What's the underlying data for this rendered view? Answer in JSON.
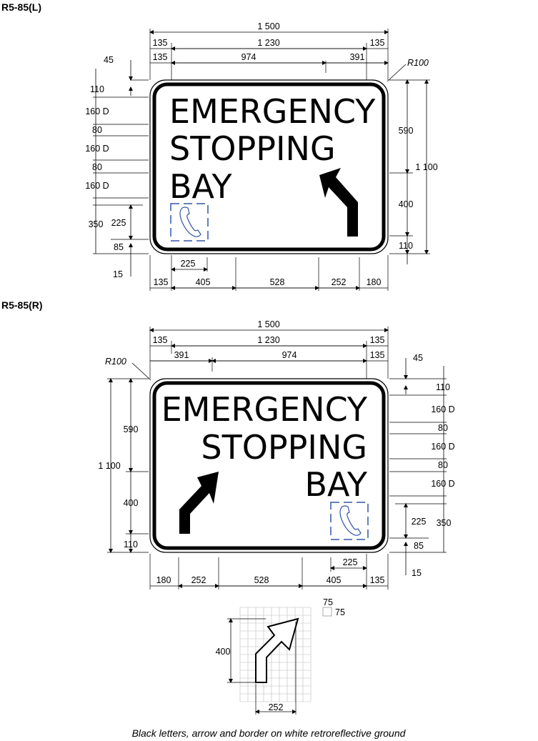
{
  "signs": [
    {
      "id": "left",
      "title": "R5-85(L)",
      "lines": [
        "EMERGENCY",
        "STOPPING",
        "BAY"
      ],
      "top_dims": {
        "overall": "1 500",
        "inner": "1 230",
        "left_margin": "135",
        "right_margin": "135",
        "text_width": "974",
        "arrow_width": "391"
      },
      "radius_label": "R100",
      "side_dims": [
        "45",
        "110",
        "160 D",
        "80",
        "160 D",
        "80",
        "160 D",
        "350",
        "225",
        "85",
        "15"
      ],
      "right_dims": [
        "590",
        "1 100",
        "400",
        "110"
      ],
      "bottom_dims": {
        "phone": "225",
        "segments": [
          "135",
          "405",
          "528",
          "252",
          "180"
        ]
      }
    },
    {
      "id": "right",
      "title": "R5-85(R)",
      "lines": [
        "EMERGENCY",
        "STOPPING",
        "BAY"
      ],
      "top_dims": {
        "overall": "1 500",
        "inner": "1 230",
        "left_margin": "135",
        "right_margin": "135",
        "text_width": "974",
        "arrow_width": "391"
      },
      "radius_label": "R100",
      "side_dims": [
        "45",
        "110",
        "160 D",
        "80",
        "160 D",
        "80",
        "160 D",
        "350",
        "225",
        "85",
        "15"
      ],
      "left_dims": [
        "590",
        "1 100",
        "400",
        "110"
      ],
      "bottom_dims": {
        "phone": "225",
        "segments": [
          "180",
          "252",
          "528",
          "405",
          "135"
        ]
      }
    }
  ],
  "arrow_detail": {
    "grid_w": "75",
    "grid_h": "75",
    "height": "400",
    "width": "252"
  },
  "legend": "Black letters, arrow and border on white retroreflective ground"
}
